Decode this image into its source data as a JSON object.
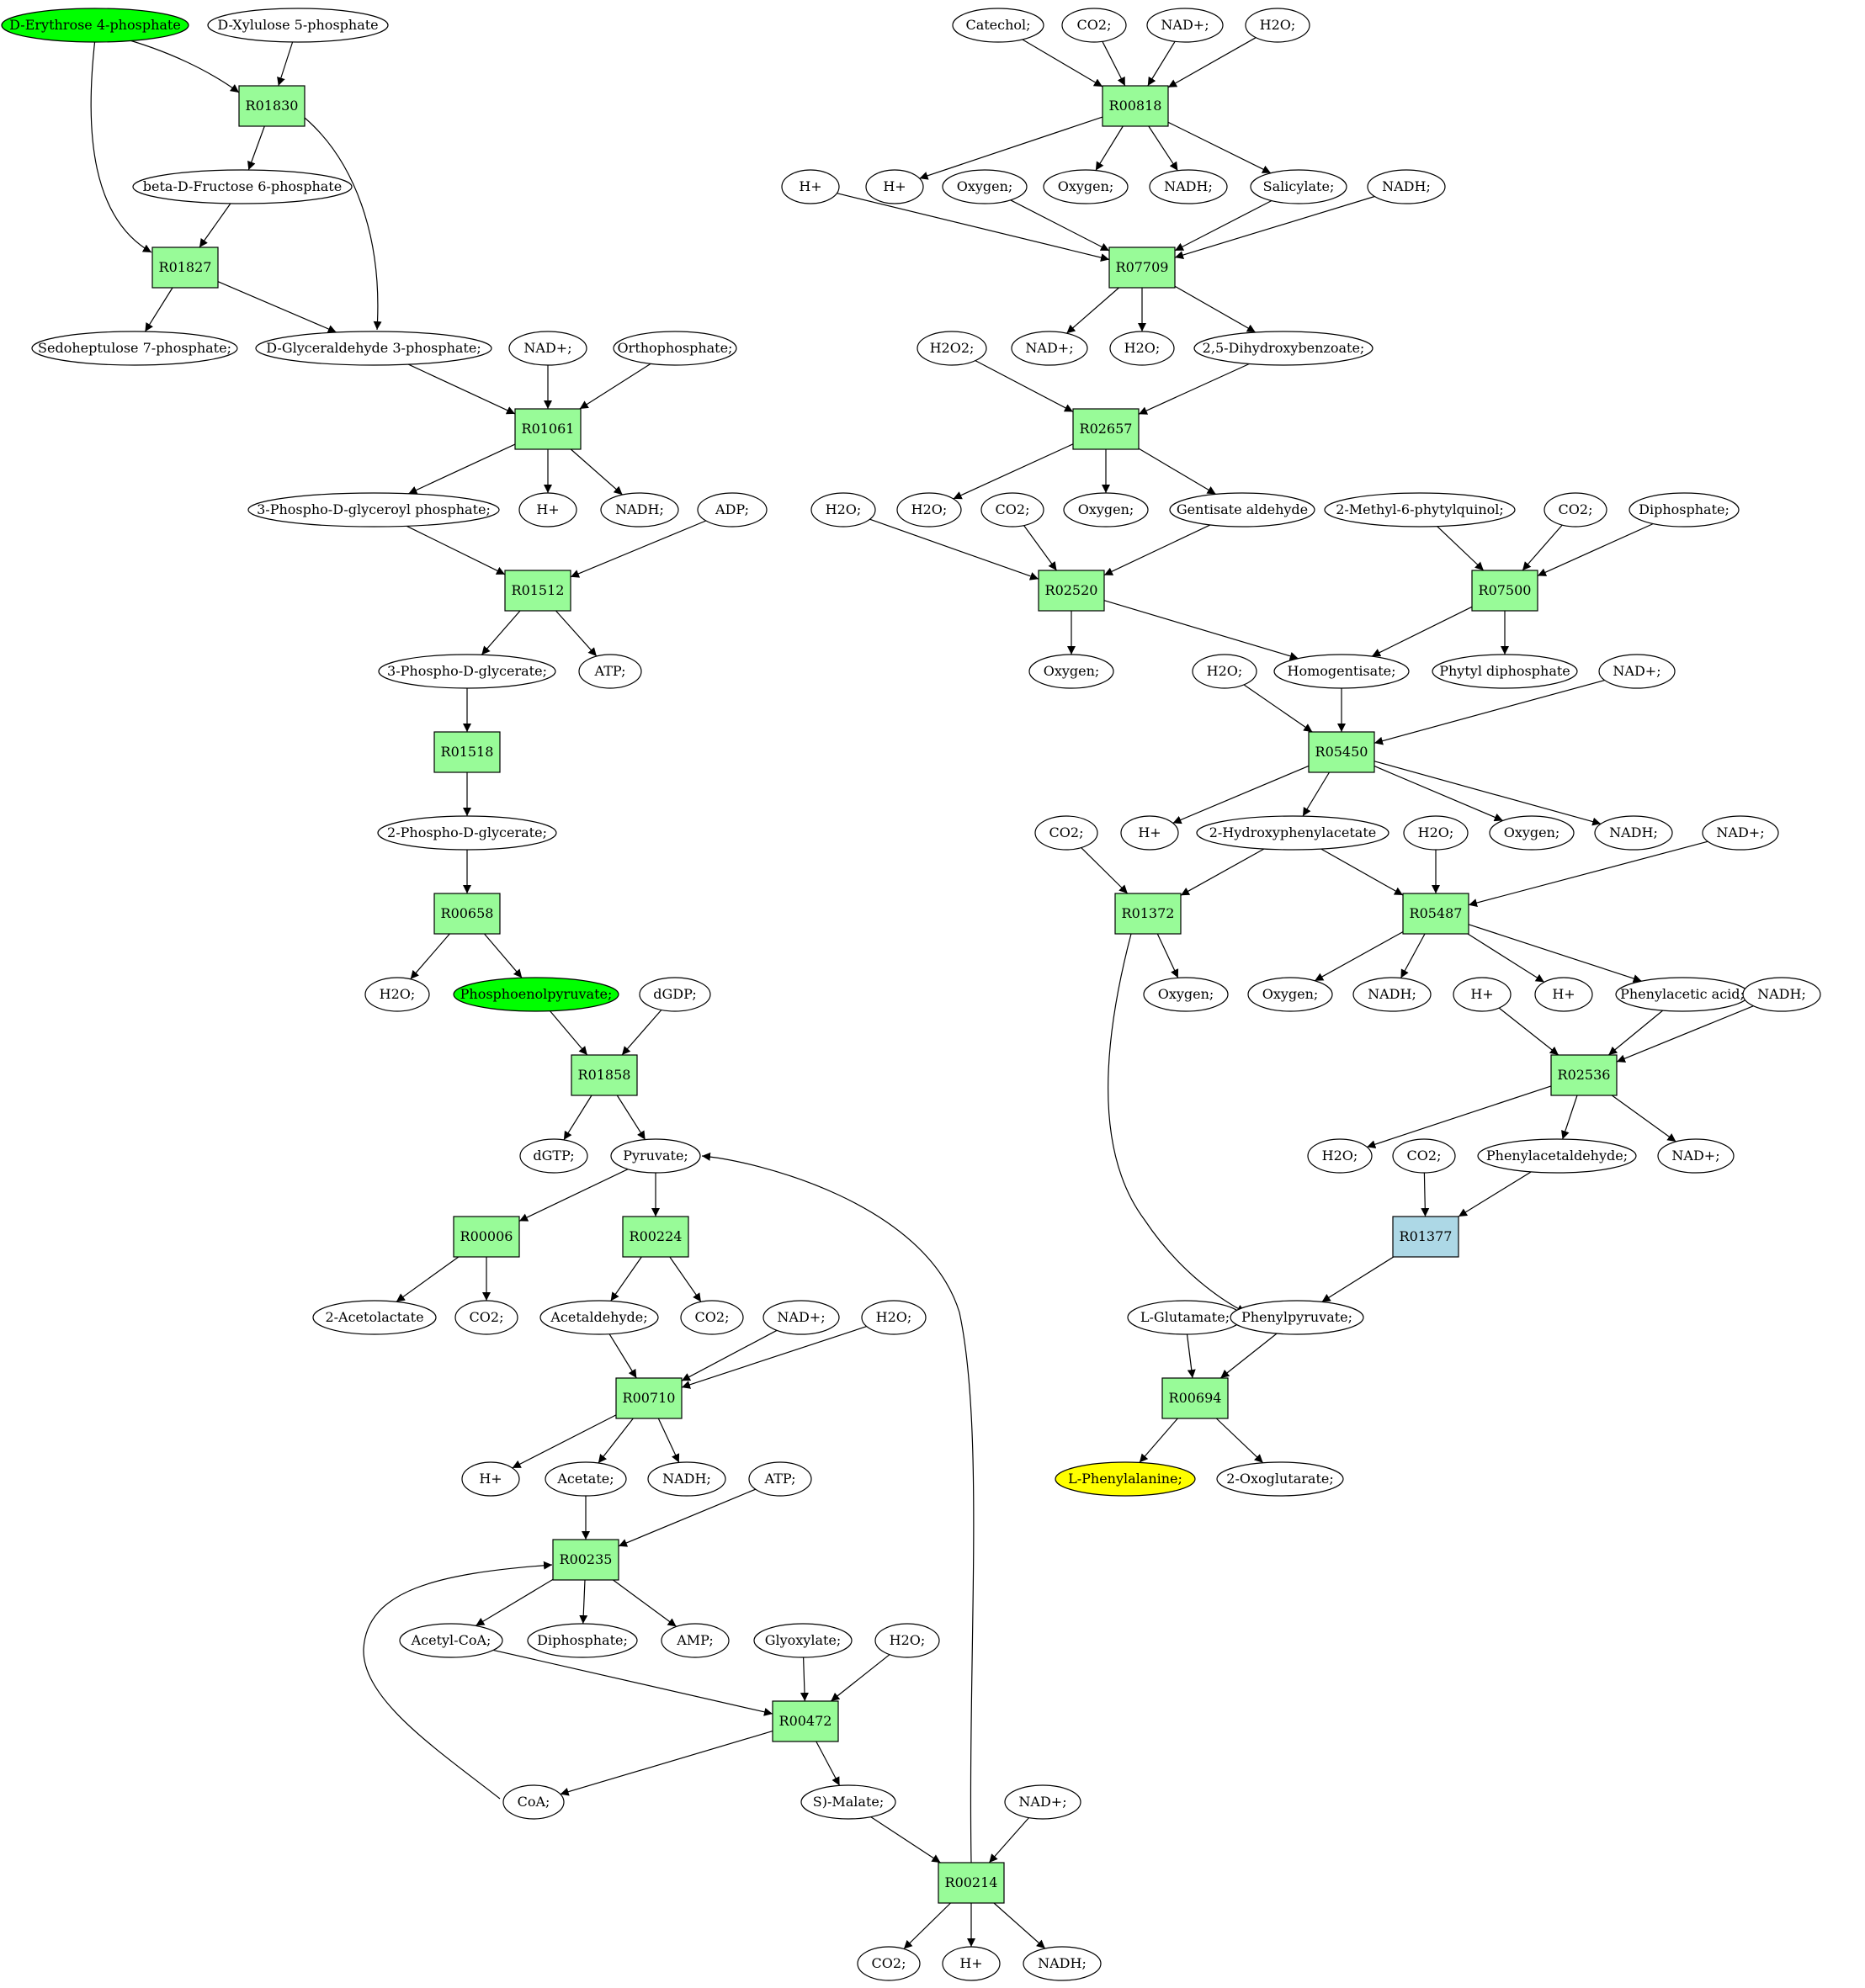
{
  "colors": {
    "metabolite": "#ffffff",
    "reaction": "#98fb98",
    "reaction_highlight": "#add8e6",
    "start": "#00ff00",
    "target": "#ffff00",
    "stroke": "#000000"
  },
  "nodes": [
    {
      "id": "m1",
      "kind": "metabolite",
      "label": "D-Erythrose 4-phosphate",
      "fill": "start"
    },
    {
      "id": "m2",
      "kind": "metabolite",
      "label": "D-Xylulose 5-phosphate"
    },
    {
      "id": "r1",
      "kind": "reaction",
      "label": "R01830"
    },
    {
      "id": "m3",
      "kind": "metabolite",
      "label": "beta-D-Fructose 6-phosphate"
    },
    {
      "id": "r2",
      "kind": "reaction",
      "label": "R01827"
    },
    {
      "id": "m4",
      "kind": "metabolite",
      "label": "Sedoheptulose 7-phosphate;"
    },
    {
      "id": "m5",
      "kind": "metabolite",
      "label": "D-Glyceraldehyde 3-phosphate;"
    },
    {
      "id": "m6",
      "kind": "metabolite",
      "label": "NAD+;"
    },
    {
      "id": "m7",
      "kind": "metabolite",
      "label": "Orthophosphate;"
    },
    {
      "id": "r3",
      "kind": "reaction",
      "label": "R01061"
    },
    {
      "id": "m8",
      "kind": "metabolite",
      "label": "3-Phospho-D-glyceroyl phosphate;"
    },
    {
      "id": "m9",
      "kind": "metabolite",
      "label": "H+"
    },
    {
      "id": "m10",
      "kind": "metabolite",
      "label": "NADH;"
    },
    {
      "id": "m11",
      "kind": "metabolite",
      "label": "ADP;"
    },
    {
      "id": "r4",
      "kind": "reaction",
      "label": "R01512"
    },
    {
      "id": "m12",
      "kind": "metabolite",
      "label": "3-Phospho-D-glycerate;"
    },
    {
      "id": "m13",
      "kind": "metabolite",
      "label": "ATP;"
    },
    {
      "id": "r5",
      "kind": "reaction",
      "label": "R01518"
    },
    {
      "id": "m14",
      "kind": "metabolite",
      "label": "2-Phospho-D-glycerate;"
    },
    {
      "id": "r6",
      "kind": "reaction",
      "label": "R00658"
    },
    {
      "id": "m15",
      "kind": "metabolite",
      "label": "H2O;"
    },
    {
      "id": "m16",
      "kind": "metabolite",
      "label": "Phosphoenolpyruvate;",
      "fill": "start"
    },
    {
      "id": "m17",
      "kind": "metabolite",
      "label": "dGDP;"
    },
    {
      "id": "r7",
      "kind": "reaction",
      "label": "R01858"
    },
    {
      "id": "m18",
      "kind": "metabolite",
      "label": "dGTP;"
    },
    {
      "id": "m19",
      "kind": "metabolite",
      "label": "Pyruvate;"
    },
    {
      "id": "r8",
      "kind": "reaction",
      "label": "R00006"
    },
    {
      "id": "r9",
      "kind": "reaction",
      "label": "R00224"
    },
    {
      "id": "m20",
      "kind": "metabolite",
      "label": "2-Acetolactate"
    },
    {
      "id": "m21",
      "kind": "metabolite",
      "label": "CO2;"
    },
    {
      "id": "m22",
      "kind": "metabolite",
      "label": "Acetaldehyde;"
    },
    {
      "id": "m23",
      "kind": "metabolite",
      "label": "CO2;"
    },
    {
      "id": "m24",
      "kind": "metabolite",
      "label": "NAD+;"
    },
    {
      "id": "m25",
      "kind": "metabolite",
      "label": "H2O;"
    },
    {
      "id": "r10",
      "kind": "reaction",
      "label": "R00710"
    },
    {
      "id": "m26",
      "kind": "metabolite",
      "label": "H+"
    },
    {
      "id": "m27",
      "kind": "metabolite",
      "label": "Acetate;"
    },
    {
      "id": "m28",
      "kind": "metabolite",
      "label": "NADH;"
    },
    {
      "id": "m29",
      "kind": "metabolite",
      "label": "ATP;"
    },
    {
      "id": "r11",
      "kind": "reaction",
      "label": "R00235"
    },
    {
      "id": "m30",
      "kind": "metabolite",
      "label": "Acetyl-CoA;"
    },
    {
      "id": "m31",
      "kind": "metabolite",
      "label": "Diphosphate;"
    },
    {
      "id": "m32",
      "kind": "metabolite",
      "label": "AMP;"
    },
    {
      "id": "m33",
      "kind": "metabolite",
      "label": "Glyoxylate;"
    },
    {
      "id": "m34",
      "kind": "metabolite",
      "label": "H2O;"
    },
    {
      "id": "r12",
      "kind": "reaction",
      "label": "R00472"
    },
    {
      "id": "m35",
      "kind": "metabolite",
      "label": "CoA;"
    },
    {
      "id": "m36",
      "kind": "metabolite",
      "label": "S)-Malate;"
    },
    {
      "id": "m37",
      "kind": "metabolite",
      "label": "NAD+;"
    },
    {
      "id": "r13",
      "kind": "reaction",
      "label": "R00214"
    },
    {
      "id": "m38",
      "kind": "metabolite",
      "label": "CO2;"
    },
    {
      "id": "m39",
      "kind": "metabolite",
      "label": "H+"
    },
    {
      "id": "m40",
      "kind": "metabolite",
      "label": "NADH;"
    },
    {
      "id": "m41",
      "kind": "metabolite",
      "label": "Catechol;"
    },
    {
      "id": "m42",
      "kind": "metabolite",
      "label": "CO2;"
    },
    {
      "id": "m43",
      "kind": "metabolite",
      "label": "NAD+;"
    },
    {
      "id": "m44",
      "kind": "metabolite",
      "label": "H2O;"
    },
    {
      "id": "r14",
      "kind": "reaction",
      "label": "R00818"
    },
    {
      "id": "m45",
      "kind": "metabolite",
      "label": "H+"
    },
    {
      "id": "m46",
      "kind": "metabolite",
      "label": "H+"
    },
    {
      "id": "m47",
      "kind": "metabolite",
      "label": "Oxygen;"
    },
    {
      "id": "m48",
      "kind": "metabolite",
      "label": "Oxygen;"
    },
    {
      "id": "m49",
      "kind": "metabolite",
      "label": "NADH;"
    },
    {
      "id": "m50",
      "kind": "metabolite",
      "label": "Salicylate;"
    },
    {
      "id": "m51",
      "kind": "metabolite",
      "label": "NADH;"
    },
    {
      "id": "r15",
      "kind": "reaction",
      "label": "R07709"
    },
    {
      "id": "m52",
      "kind": "metabolite",
      "label": "H2O2;"
    },
    {
      "id": "m53",
      "kind": "metabolite",
      "label": "NAD+;"
    },
    {
      "id": "m54",
      "kind": "metabolite",
      "label": "H2O;"
    },
    {
      "id": "m55",
      "kind": "metabolite",
      "label": "2,5-Dihydroxybenzoate;"
    },
    {
      "id": "r16",
      "kind": "reaction",
      "label": "R02657"
    },
    {
      "id": "m56",
      "kind": "metabolite",
      "label": "H2O;"
    },
    {
      "id": "m57",
      "kind": "metabolite",
      "label": "H2O;"
    },
    {
      "id": "m58",
      "kind": "metabolite",
      "label": "CO2;"
    },
    {
      "id": "m59",
      "kind": "metabolite",
      "label": "Oxygen;"
    },
    {
      "id": "m60",
      "kind": "metabolite",
      "label": "Gentisate aldehyde"
    },
    {
      "id": "m61",
      "kind": "metabolite",
      "label": "2-Methyl-6-phytylquinol;"
    },
    {
      "id": "m62",
      "kind": "metabolite",
      "label": "CO2;"
    },
    {
      "id": "m63",
      "kind": "metabolite",
      "label": "Diphosphate;"
    },
    {
      "id": "r17",
      "kind": "reaction",
      "label": "R02520"
    },
    {
      "id": "r18",
      "kind": "reaction",
      "label": "R07500"
    },
    {
      "id": "m64",
      "kind": "metabolite",
      "label": "Oxygen;"
    },
    {
      "id": "m65",
      "kind": "metabolite",
      "label": "H2O;"
    },
    {
      "id": "m66",
      "kind": "metabolite",
      "label": "Homogentisate;"
    },
    {
      "id": "m67",
      "kind": "metabolite",
      "label": "Phytyl diphosphate"
    },
    {
      "id": "m68",
      "kind": "metabolite",
      "label": "NAD+;"
    },
    {
      "id": "r19",
      "kind": "reaction",
      "label": "R05450"
    },
    {
      "id": "m69",
      "kind": "metabolite",
      "label": "CO2;"
    },
    {
      "id": "m70",
      "kind": "metabolite",
      "label": "H+"
    },
    {
      "id": "m71",
      "kind": "metabolite",
      "label": "2-Hydroxyphenylacetate"
    },
    {
      "id": "m72",
      "kind": "metabolite",
      "label": "H2O;"
    },
    {
      "id": "m73",
      "kind": "metabolite",
      "label": "Oxygen;"
    },
    {
      "id": "m74",
      "kind": "metabolite",
      "label": "NADH;"
    },
    {
      "id": "m75",
      "kind": "metabolite",
      "label": "NAD+;"
    },
    {
      "id": "r20",
      "kind": "reaction",
      "label": "R01372"
    },
    {
      "id": "r21",
      "kind": "reaction",
      "label": "R05487"
    },
    {
      "id": "m76",
      "kind": "metabolite",
      "label": "Oxygen;"
    },
    {
      "id": "m77",
      "kind": "metabolite",
      "label": "Oxygen;"
    },
    {
      "id": "m78",
      "kind": "metabolite",
      "label": "NADH;"
    },
    {
      "id": "m79",
      "kind": "metabolite",
      "label": "H+"
    },
    {
      "id": "m80",
      "kind": "metabolite",
      "label": "H+"
    },
    {
      "id": "m81",
      "kind": "metabolite",
      "label": "Phenylacetic acid;"
    },
    {
      "id": "m82",
      "kind": "metabolite",
      "label": "NADH;"
    },
    {
      "id": "r22",
      "kind": "reaction",
      "label": "R02536"
    },
    {
      "id": "m83",
      "kind": "metabolite",
      "label": "H2O;"
    },
    {
      "id": "m84",
      "kind": "metabolite",
      "label": "CO2;"
    },
    {
      "id": "m85",
      "kind": "metabolite",
      "label": "Phenylacetaldehyde;"
    },
    {
      "id": "m86",
      "kind": "metabolite",
      "label": "NAD+;"
    },
    {
      "id": "r23",
      "kind": "reaction",
      "label": "R01377",
      "fill": "reaction_highlight"
    },
    {
      "id": "m87",
      "kind": "metabolite",
      "label": "L-Glutamate;"
    },
    {
      "id": "m88",
      "kind": "metabolite",
      "label": "Phenylpyruvate;"
    },
    {
      "id": "r24",
      "kind": "reaction",
      "label": "R00694"
    },
    {
      "id": "m89",
      "kind": "metabolite",
      "label": "L-Phenylalanine;",
      "fill": "target"
    },
    {
      "id": "m90",
      "kind": "metabolite",
      "label": "2-Oxoglutarate;"
    }
  ],
  "edges": [
    [
      "m1",
      "r1"
    ],
    [
      "m2",
      "r1"
    ],
    [
      "r1",
      "m3"
    ],
    [
      "r1",
      "m5"
    ],
    [
      "m1",
      "r2"
    ],
    [
      "m3",
      "r2"
    ],
    [
      "r2",
      "m4"
    ],
    [
      "r2",
      "m5"
    ],
    [
      "m5",
      "r3"
    ],
    [
      "m6",
      "r3"
    ],
    [
      "m7",
      "r3"
    ],
    [
      "r3",
      "m8"
    ],
    [
      "r3",
      "m9"
    ],
    [
      "r3",
      "m10"
    ],
    [
      "m8",
      "r4"
    ],
    [
      "m11",
      "r4"
    ],
    [
      "r4",
      "m12"
    ],
    [
      "r4",
      "m13"
    ],
    [
      "m12",
      "r5"
    ],
    [
      "r5",
      "m14"
    ],
    [
      "m14",
      "r6"
    ],
    [
      "r6",
      "m15"
    ],
    [
      "r6",
      "m16"
    ],
    [
      "m16",
      "r7"
    ],
    [
      "m17",
      "r7"
    ],
    [
      "r7",
      "m18"
    ],
    [
      "r7",
      "m19"
    ],
    [
      "m19",
      "r8"
    ],
    [
      "m19",
      "r9"
    ],
    [
      "r8",
      "m20"
    ],
    [
      "r8",
      "m21"
    ],
    [
      "r9",
      "m22"
    ],
    [
      "r9",
      "m23"
    ],
    [
      "m22",
      "r10"
    ],
    [
      "m24",
      "r10"
    ],
    [
      "m25",
      "r10"
    ],
    [
      "r10",
      "m26"
    ],
    [
      "r10",
      "m27"
    ],
    [
      "r10",
      "m28"
    ],
    [
      "m27",
      "r11"
    ],
    [
      "m29",
      "r11"
    ],
    [
      "r11",
      "m30"
    ],
    [
      "r11",
      "m31"
    ],
    [
      "r11",
      "m32"
    ],
    [
      "m30",
      "r12"
    ],
    [
      "m33",
      "r12"
    ],
    [
      "m34",
      "r12"
    ],
    [
      "r12",
      "m35"
    ],
    [
      "r12",
      "m36"
    ],
    [
      "m35",
      "r11"
    ],
    [
      "m36",
      "r13"
    ],
    [
      "m37",
      "r13"
    ],
    [
      "r13",
      "m38"
    ],
    [
      "r13",
      "m39"
    ],
    [
      "r13",
      "m40"
    ],
    [
      "r13",
      "m19"
    ],
    [
      "m41",
      "r14"
    ],
    [
      "m42",
      "r14"
    ],
    [
      "m43",
      "r14"
    ],
    [
      "m44",
      "r14"
    ],
    [
      "r14",
      "m46"
    ],
    [
      "r14",
      "m48"
    ],
    [
      "r14",
      "m49"
    ],
    [
      "r14",
      "m50"
    ],
    [
      "m45",
      "r15"
    ],
    [
      "m47",
      "r15"
    ],
    [
      "m50",
      "r15"
    ],
    [
      "m51",
      "r15"
    ],
    [
      "r15",
      "m53"
    ],
    [
      "r15",
      "m54"
    ],
    [
      "r15",
      "m55"
    ],
    [
      "m52",
      "r16"
    ],
    [
      "m55",
      "r16"
    ],
    [
      "r16",
      "m57"
    ],
    [
      "r16",
      "m59"
    ],
    [
      "r16",
      "m60"
    ],
    [
      "m56",
      "r17"
    ],
    [
      "m58",
      "r17"
    ],
    [
      "m60",
      "r17"
    ],
    [
      "r17",
      "m64"
    ],
    [
      "r17",
      "m66"
    ],
    [
      "m61",
      "r18"
    ],
    [
      "m62",
      "r18"
    ],
    [
      "m63",
      "r18"
    ],
    [
      "r18",
      "m66"
    ],
    [
      "r18",
      "m67"
    ],
    [
      "m65",
      "r19"
    ],
    [
      "m66",
      "r19"
    ],
    [
      "m68",
      "r19"
    ],
    [
      "r19",
      "m70"
    ],
    [
      "r19",
      "m71"
    ],
    [
      "r19",
      "m73"
    ],
    [
      "r19",
      "m74"
    ],
    [
      "m69",
      "r20"
    ],
    [
      "m71",
      "r20"
    ],
    [
      "r20",
      "m76"
    ],
    [
      "r20",
      "m88"
    ],
    [
      "m71",
      "r21"
    ],
    [
      "m72",
      "r21"
    ],
    [
      "m75",
      "r21"
    ],
    [
      "r21",
      "m77"
    ],
    [
      "r21",
      "m78"
    ],
    [
      "r21",
      "m80"
    ],
    [
      "r21",
      "m81"
    ],
    [
      "m79",
      "r22"
    ],
    [
      "m81",
      "r22"
    ],
    [
      "m82",
      "r22"
    ],
    [
      "r22",
      "m83"
    ],
    [
      "r22",
      "m85"
    ],
    [
      "r22",
      "m86"
    ],
    [
      "m84",
      "r23"
    ],
    [
      "m85",
      "r23"
    ],
    [
      "r23",
      "m88"
    ],
    [
      "m87",
      "r24"
    ],
    [
      "m88",
      "r24"
    ],
    [
      "r24",
      "m89"
    ],
    [
      "r24",
      "m90"
    ]
  ]
}
